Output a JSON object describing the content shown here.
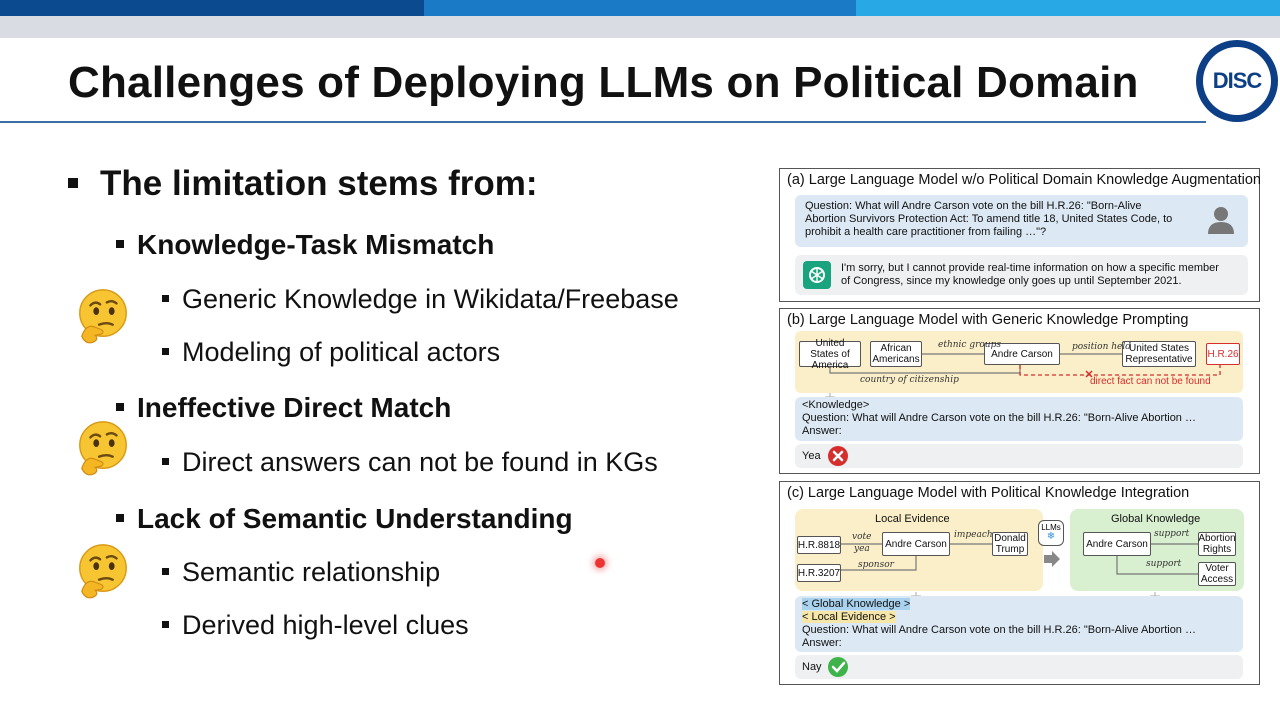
{
  "slide": {
    "title": "Challenges of Deploying LLMs on Political Domain",
    "logo_text": "DISC",
    "bullets": {
      "main": "The limitation stems from:",
      "s1": "Knowledge-Task Mismatch",
      "s1a": "Generic Knowledge in Wikidata/Freebase",
      "s1b": "Modeling of political actors",
      "s2": "Ineffective Direct Match",
      "s2a": "Direct answers can not be found in KGs",
      "s3": "Lack of Semantic Understanding",
      "s3a": "Semantic relationship",
      "s3b": "Derived high-level clues"
    },
    "emoji_icon": "thinking-face-icon"
  },
  "figure": {
    "a": {
      "title": "(a) Large Language Model w/o Political Domain Knowledge Augmentation",
      "question_l1": "Question: What will Andre Carson vote on the bill H.R.26: \"Born-Alive",
      "question_l2": "Abortion Survivors Protection Act: To amend title 18, United States Code, to",
      "question_l3": "prohibit a health care practitioner from failing …\"?",
      "answer_l1": "I'm sorry, but I cannot provide real-time information on how a specific member",
      "answer_l2": "of Congress, since my knowledge only goes up until September 2021."
    },
    "b": {
      "title": "(b) Large Language Model with Generic Knowledge Prompting",
      "n1": "United States of America",
      "n2": "African Americans",
      "n3": "Andre Carson",
      "n4": "United States Representative",
      "n5": "H.R.26",
      "e1": "ethnic groups",
      "e2": "position held",
      "e3": "country of citizenship",
      "miss": "direct fact can not be found",
      "k1": "<Knowledge>",
      "k2": "Question: What will Andre Carson vote on the bill H.R.26: \"Born-Alive Abortion …",
      "k3": "Answer:",
      "ans": "Yea"
    },
    "c": {
      "title": "(c) Large Language Model with Political Knowledge Integration",
      "local": "Local Evidence",
      "global": "Global Knowledge",
      "llm": "LLMs",
      "n_hr8818": "H.R.8818",
      "n_hr3207": "H.R.3207",
      "n_ac1": "Andre Carson",
      "n_dt": "Donald Trump",
      "n_ac2": "Andre Carson",
      "n_ar": "Abortion Rights",
      "n_va": "Voter Access",
      "e_vote": "vote",
      "e_yea": "yea",
      "e_impeach": "impeach",
      "e_sponsor": "sponsor",
      "e_support1": "support",
      "e_support2": "support",
      "p1": "< Global Knowledge >",
      "p2": "< Local Evidence >",
      "p3": "Question: What will Andre Carson vote on the bill H.R.26: \"Born-Alive Abortion …",
      "p4": "Answer:",
      "ans": "Nay"
    }
  },
  "colors": {
    "band_dark": "#0b4a8e",
    "band_mid": "#1a7ac6",
    "band_light": "#29a8e6",
    "error_red": "#d62d2d",
    "ok_green": "#3db34a",
    "evidence_yellow": "#fbefc9",
    "global_green": "#d8efd0"
  }
}
